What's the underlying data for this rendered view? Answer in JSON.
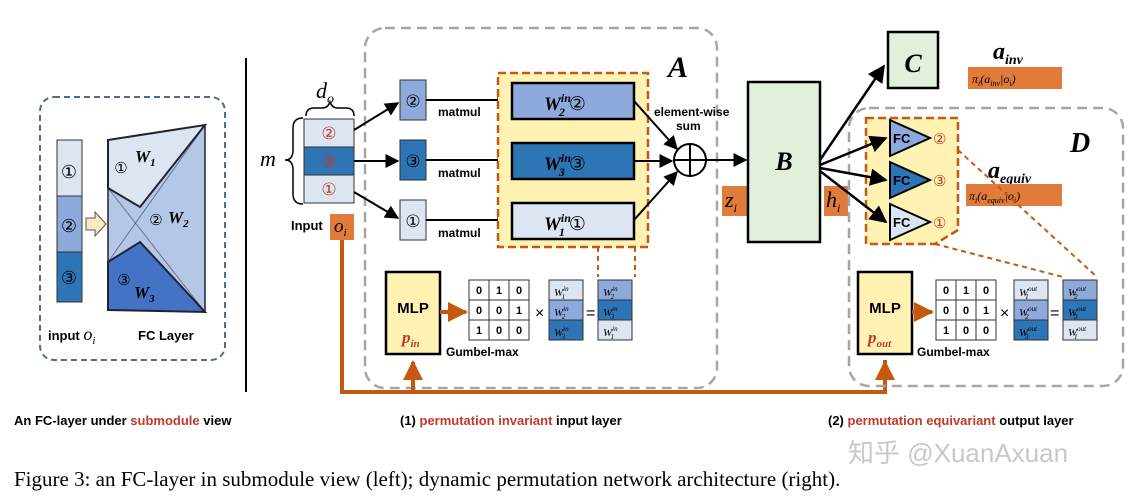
{
  "colors": {
    "light_blue": "#dce6f2",
    "mid_blue": "#8ea9db",
    "dark_blue": "#2e75b6",
    "yellow": "#fff2b3",
    "orange": "#e07b39",
    "green_box": "#e2efda",
    "brown": "#c65911",
    "dark_red": "#c0392b",
    "dashed_gray": "#a6a6a6",
    "dashed_blue": "#4f6e8f"
  },
  "left": {
    "slots": [
      "①",
      "②",
      "③"
    ],
    "weights": [
      "W",
      "W",
      "W"
    ],
    "weight_subs": [
      "1",
      "2",
      "3"
    ],
    "input_label": "input",
    "input_symbol": "o",
    "input_sub": "i",
    "fc_label": "FC Layer",
    "caption_pre": "An FC-layer under ",
    "caption_red": "submodule",
    "caption_post": " view"
  },
  "center": {
    "do_label": "d",
    "do_sub": "o",
    "m_label": "m",
    "input_slots": [
      "②",
      "③",
      "①"
    ],
    "input_label": "Input",
    "oi": "o",
    "oi_sub": "i",
    "perm_slots": [
      "②",
      "③",
      "①"
    ],
    "matmul": "matmul",
    "w_labels": [
      "W",
      "W",
      "W"
    ],
    "w_subs": [
      "2",
      "3",
      "1"
    ],
    "w_sups": [
      "in",
      "in",
      "in"
    ],
    "w_circles": [
      "②",
      "③",
      "①"
    ],
    "sum_label_1": "element-wise",
    "sum_label_2": "sum",
    "A": "A",
    "zi": "z",
    "zi_sub": "i",
    "B": "B",
    "hi": "h",
    "hi_sub": "i",
    "mlp_in": "MLP",
    "p_in": "p",
    "p_in_sub": "in",
    "gumbel_in": "Gumbel-max",
    "matrix_in": [
      "0",
      "1",
      "0",
      "0",
      "0",
      "1",
      "1",
      "0",
      "0"
    ],
    "times": "×",
    "equals": "=",
    "stack_in_left": [
      "W",
      "W",
      "W"
    ],
    "stack_in_left_subs": [
      "1",
      "2",
      "3"
    ],
    "stack_in_right_subs": [
      "2",
      "3",
      "1"
    ],
    "stack_sup_in": "in",
    "caption_num": "(1) ",
    "caption_red": "permutation invariant",
    "caption_post": " input layer"
  },
  "right": {
    "C": "C",
    "a_inv": "a",
    "a_inv_sub": "inv",
    "pi_inv": "π",
    "pi_inv_rest": "(a",
    "pi_inv_sub": "inv",
    "pi_inv_cond": "|o",
    "pi_inv_end": ")",
    "D": "D",
    "fc": "FC",
    "fc_circles": [
      "②",
      "③",
      "①"
    ],
    "a_equiv": "a",
    "a_equiv_sub": "equiv",
    "pi_equiv_sub": "equiv",
    "mlp_out": "MLP",
    "p_out": "p",
    "p_out_sub": "out",
    "gumbel_out": "Gumbel-max",
    "matrix_out": [
      "0",
      "1",
      "0",
      "0",
      "0",
      "1",
      "1",
      "0",
      "0"
    ],
    "stack_out_left_subs": [
      "1",
      "2",
      "3"
    ],
    "stack_out_right_subs": [
      "2",
      "3",
      "1"
    ],
    "stack_sup_out": "out",
    "caption_num": "(2) ",
    "caption_red": "permutation equivariant",
    "caption_post": " output layer"
  },
  "figure_caption": "Figure 3: an FC-layer in submodule view (left); dynamic permutation network architecture (right).",
  "watermark": "知乎 @XuanAxuan"
}
